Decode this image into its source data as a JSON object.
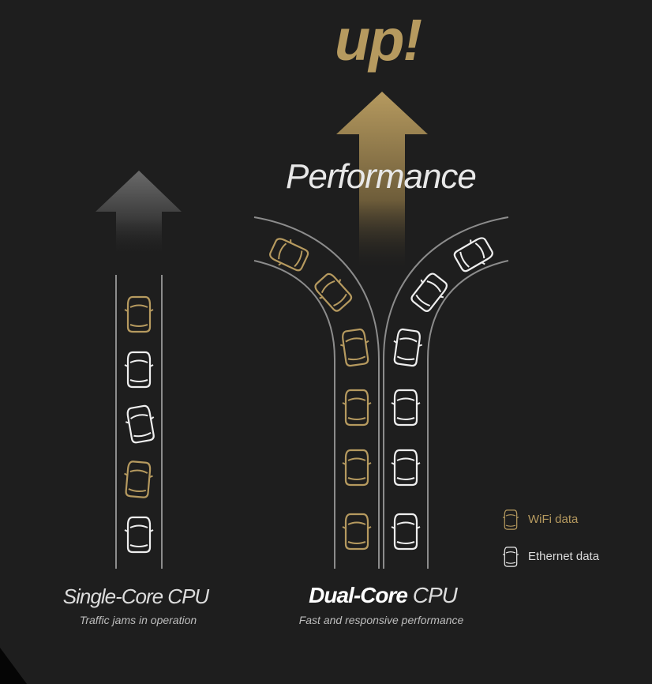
{
  "headline": {
    "up": "up!",
    "performance": "Performance"
  },
  "single_core": {
    "title": "Single-Core CPU",
    "subtitle": "Traffic jams in operation"
  },
  "dual_core": {
    "title_bold": "Dual-Core",
    "title_rest": "CPU",
    "subtitle": "Fast and responsive performance"
  },
  "legend": {
    "wifi": "WiFi data",
    "ethernet": "Ethernet data"
  },
  "colors": {
    "background": "#1e1e1e",
    "gold": "#b69a5f",
    "white": "#eeeeee",
    "road_line": "#8c8c8c"
  }
}
